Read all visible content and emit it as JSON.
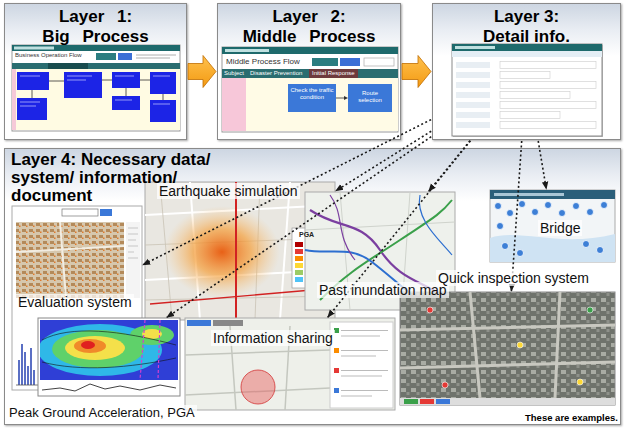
{
  "diagram": {
    "nodes": [
      {
        "text": [
          "Layer 1: Big Process"
        ]
      },
      {
        "text": [
          "Layer 2: Middle Process"
        ]
      },
      {
        "text": [
          "Layer 3: Detail info."
        ]
      },
      {
        "text": [
          "Layer 4: Necessary data/ system/ information/ document"
        ]
      },
      {
        "text": [
          "Evaluation system"
        ],
        "in": 3
      },
      {
        "text": [
          "Earthquake simulation"
        ],
        "in": 3
      },
      {
        "text": [
          "Past inundation map"
        ],
        "in": 3
      },
      {
        "text": [
          "Bridge"
        ],
        "in": 3
      },
      {
        "text": [
          "Quick inspection system"
        ],
        "in": 3
      },
      {
        "text": [
          "Information sharing"
        ],
        "in": 3
      },
      {
        "text": [
          "Peak Ground Acceleration, PGA"
        ],
        "in": 3
      }
    ],
    "edges": [
      {
        "from": 0,
        "to": 1,
        "arrow": "to"
      },
      {
        "from": 1,
        "to": 2,
        "arrow": "to"
      },
      {
        "from": 2,
        "to": 4,
        "arrow": "to"
      },
      {
        "from": 2,
        "to": 5,
        "arrow": "to"
      },
      {
        "from": 2,
        "to": 6,
        "arrow": "to"
      },
      {
        "from": 2,
        "to": 7,
        "arrow": "to"
      },
      {
        "from": 2,
        "to": 8,
        "arrow": "to"
      },
      {
        "from": 2,
        "to": 9,
        "arrow": "to"
      },
      {
        "from": 2,
        "to": 10,
        "arrow": "to"
      }
    ],
    "labels": [
      "Business Operation Flow",
      "Middle Process Flow",
      "Subject",
      "Disaster Prevention",
      "Initial Response",
      "Check the traffic condition",
      "Route selection",
      "PGA",
      "These are examples."
    ]
  }
}
